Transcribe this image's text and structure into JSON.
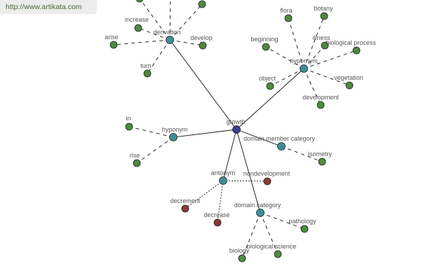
{
  "watermark": "http://www.artikata.com",
  "colors": {
    "leaf": "#4e8a3e",
    "relation": "#3f8f96",
    "antonym_leaf": "#8b3a3a",
    "center": "#3c3c96"
  },
  "graph": {
    "center": "growth",
    "relations": {
      "derivation": "derivation",
      "hypernym": "hypernym",
      "hyponym": "hyponym",
      "domain_member_category": "domain member category",
      "antonym": "antonym",
      "domain_category": "domain category"
    },
    "leaves": {
      "increase": "increase",
      "arise": "arise",
      "develop": "develop",
      "turn": "turn",
      "flora": "flora",
      "botany": "botany",
      "beginning": "beginning",
      "illness": "illness",
      "biological_process": "biological process",
      "object": "object",
      "vegetation": "vegetation",
      "development": "development",
      "in": "in",
      "rise": "rise",
      "isometry": "isometry",
      "nondevelopment": "nondevelopment",
      "decrement": "decrement",
      "decrease": "decrease",
      "pathology": "pathology",
      "biology": "biology",
      "biological_science": "biological science"
    }
  }
}
